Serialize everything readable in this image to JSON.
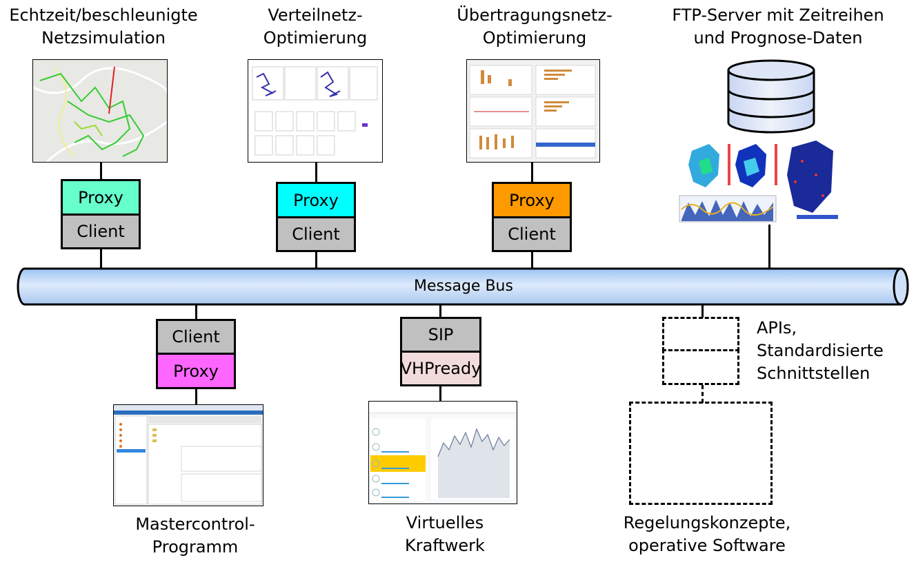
{
  "colors": {
    "proxy_1": "#66ffcc",
    "proxy_2": "#00ffff",
    "proxy_3": "#ff9900",
    "proxy_4": "#ff66ff",
    "client": "#c0c0c0",
    "sip": "#c0c0c0",
    "vhpready": "#f2dcdb",
    "bus_light": "#cfe4ff",
    "bus_dark": "#5b9bd5"
  },
  "top": {
    "sim": {
      "title_line1": "Echtzeit/beschleunigte",
      "title_line2": "Netzsimulation",
      "proxy": "Proxy",
      "client": "Client"
    },
    "vnet": {
      "title_line1": "Verteilnetz-",
      "title_line2": "Optimierung",
      "proxy": "Proxy",
      "client": "Client"
    },
    "unet": {
      "title_line1": "Übertragungsnetz-",
      "title_line2": "Optimierung",
      "proxy": "Proxy",
      "client": "Client"
    },
    "ftp": {
      "title_line1": "FTP-Server mit Zeitreihen",
      "title_line2": "und Prognose-Daten"
    }
  },
  "bus": {
    "label": "Message Bus"
  },
  "bottom": {
    "master": {
      "client": "Client",
      "proxy": "Proxy",
      "title_line1": "Mastercontrol-",
      "title_line2": "Programm"
    },
    "vk": {
      "sip": "SIP",
      "vhpready": "VHPready",
      "title_line1": "Virtuelles",
      "title_line2": "Kraftwerk"
    },
    "api": {
      "line1": "APIs,",
      "line2": "Standardisierte",
      "line3": "Schnittstellen"
    },
    "regel": {
      "title_line1": "Regelungskonzepte,",
      "title_line2": "operative Software"
    }
  }
}
